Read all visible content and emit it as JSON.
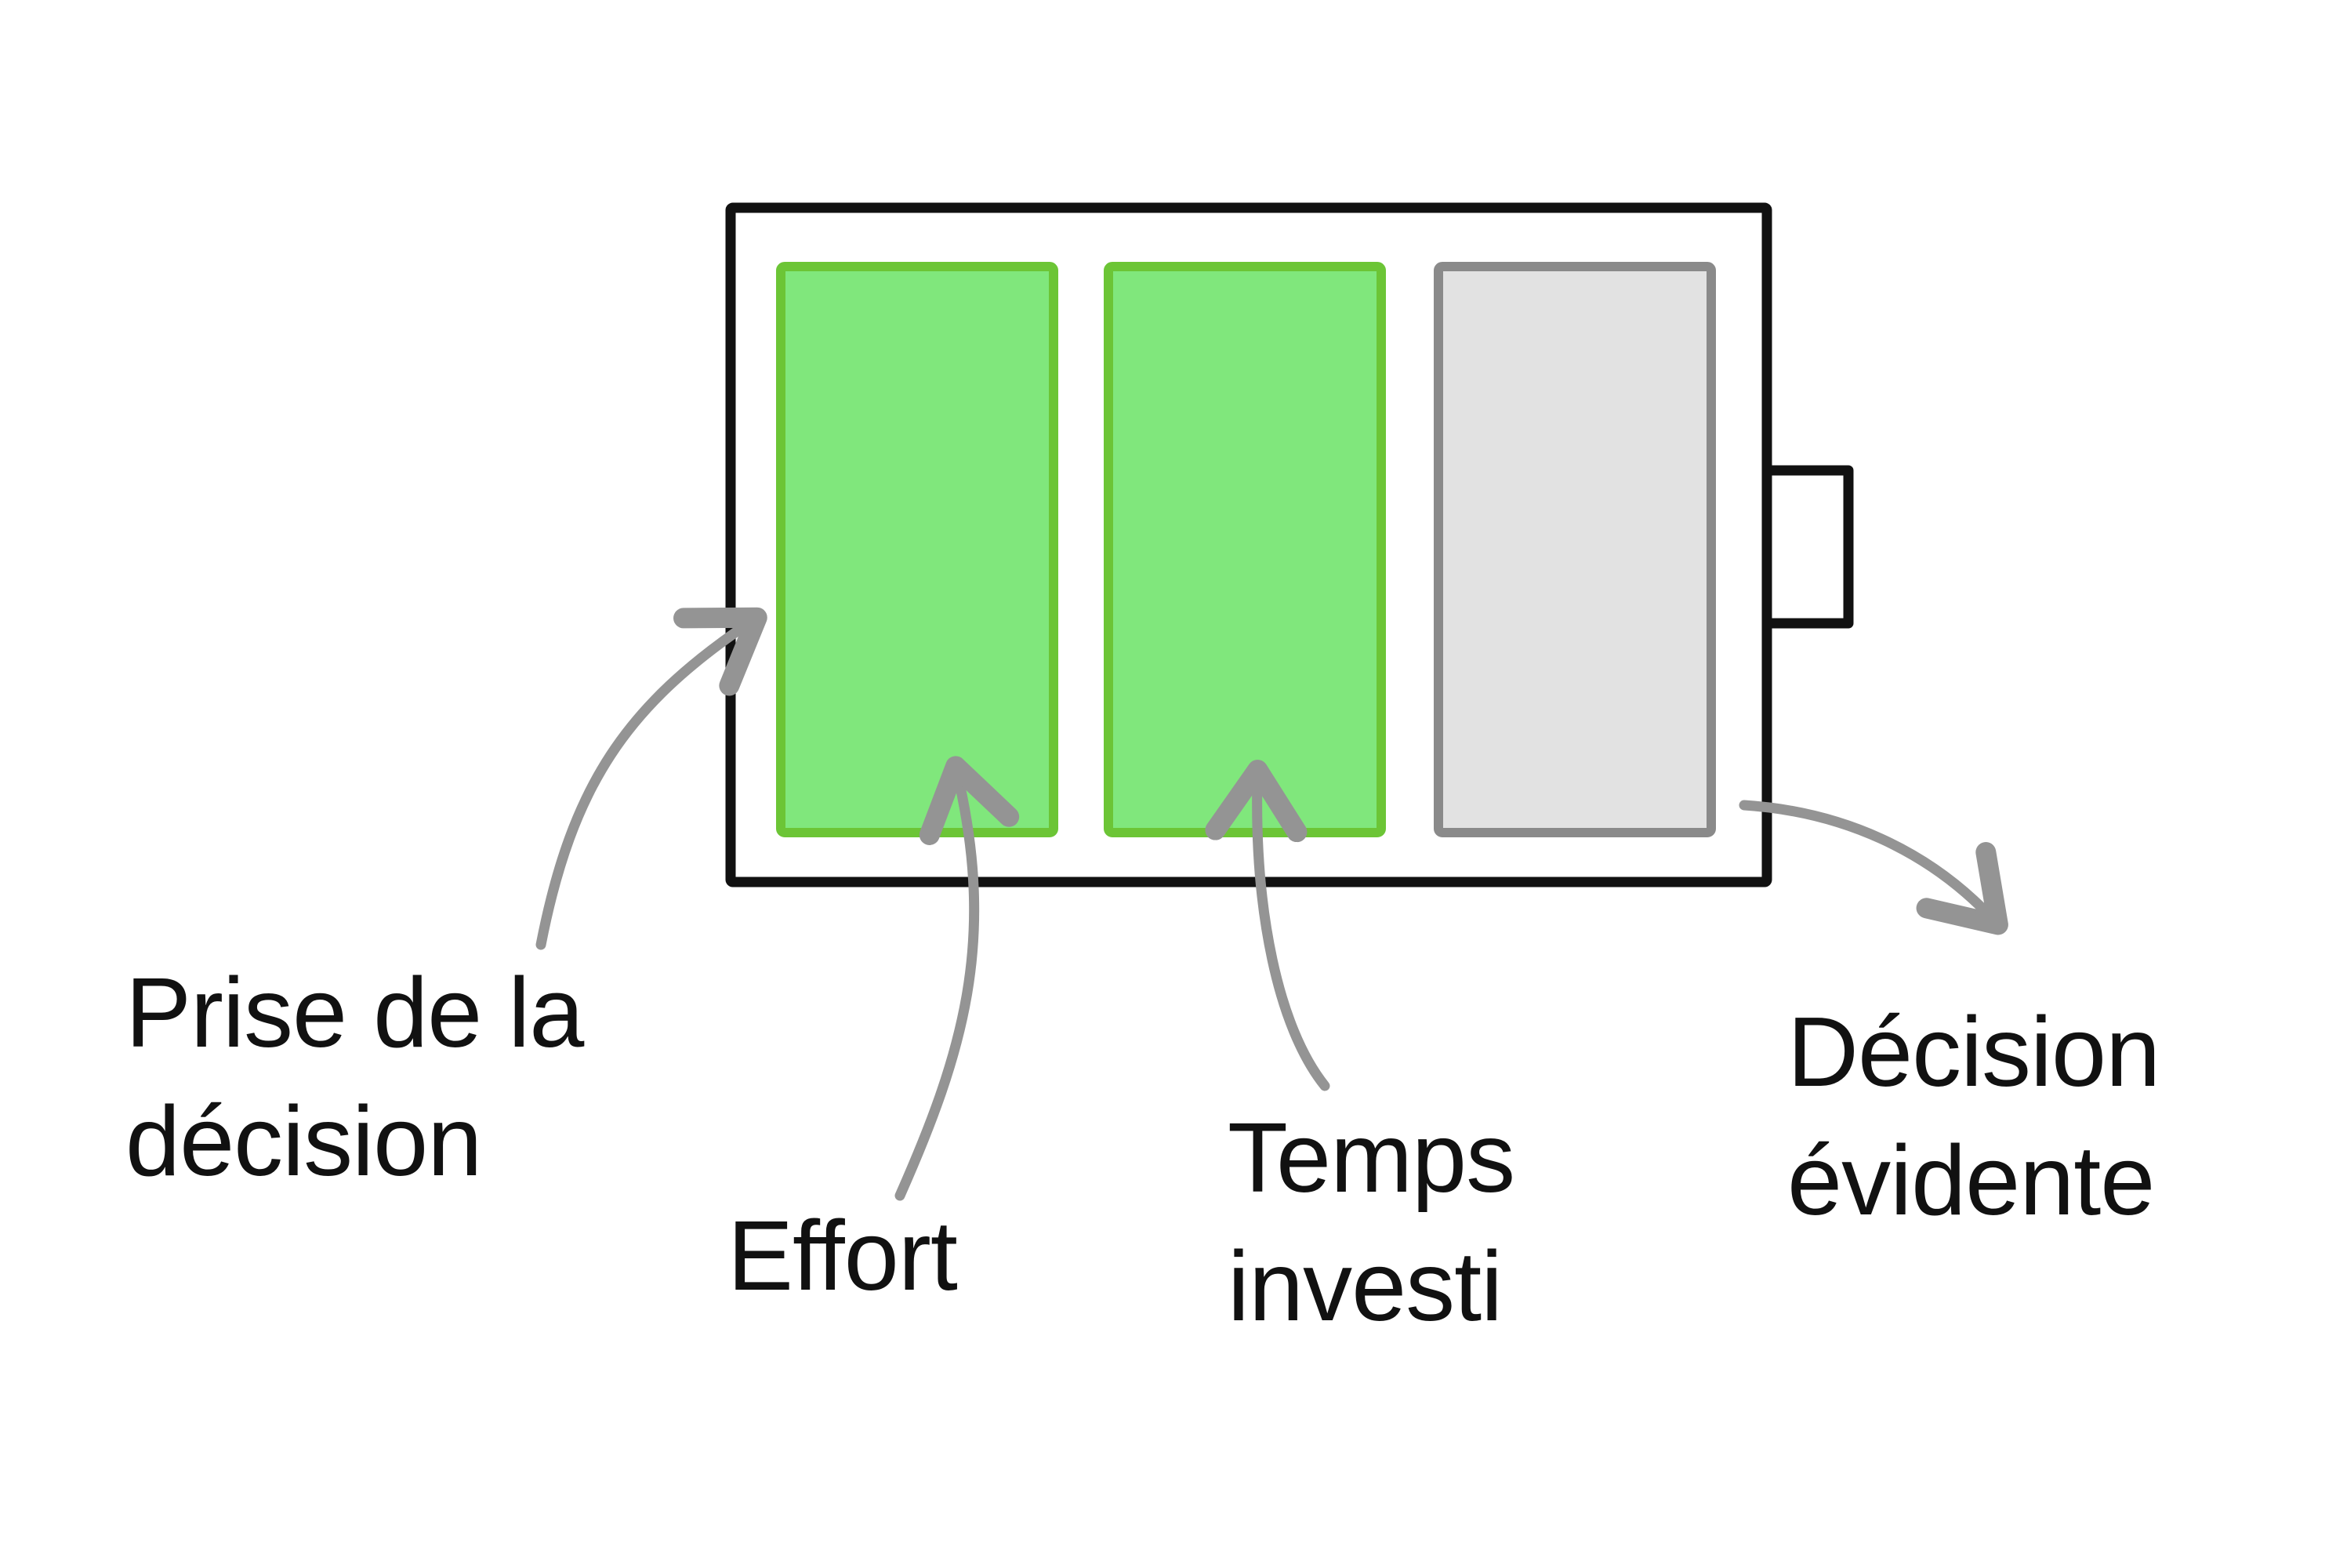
{
  "battery": {
    "segments": [
      {
        "name": "segment-1",
        "state": "filled",
        "fill": "#80e77c",
        "stroke": "#6cc536"
      },
      {
        "name": "segment-2",
        "state": "filled",
        "fill": "#80e77c",
        "stroke": "#6cc536"
      },
      {
        "name": "segment-3",
        "state": "empty",
        "fill": "#e2e2e2",
        "stroke": "#8a8a8a"
      }
    ],
    "filled_count": 2,
    "total_count": 3,
    "outline_color": "#111111",
    "arrow_color": "#949494"
  },
  "labels": {
    "decision_making": {
      "line1": "Prise de la",
      "line2": "décision"
    },
    "effort": {
      "line1": "Effort"
    },
    "time_invested": {
      "line1": "Temps",
      "line2": "investi"
    },
    "obvious_decision": {
      "line1": "Décision",
      "line2": "évidente"
    }
  }
}
